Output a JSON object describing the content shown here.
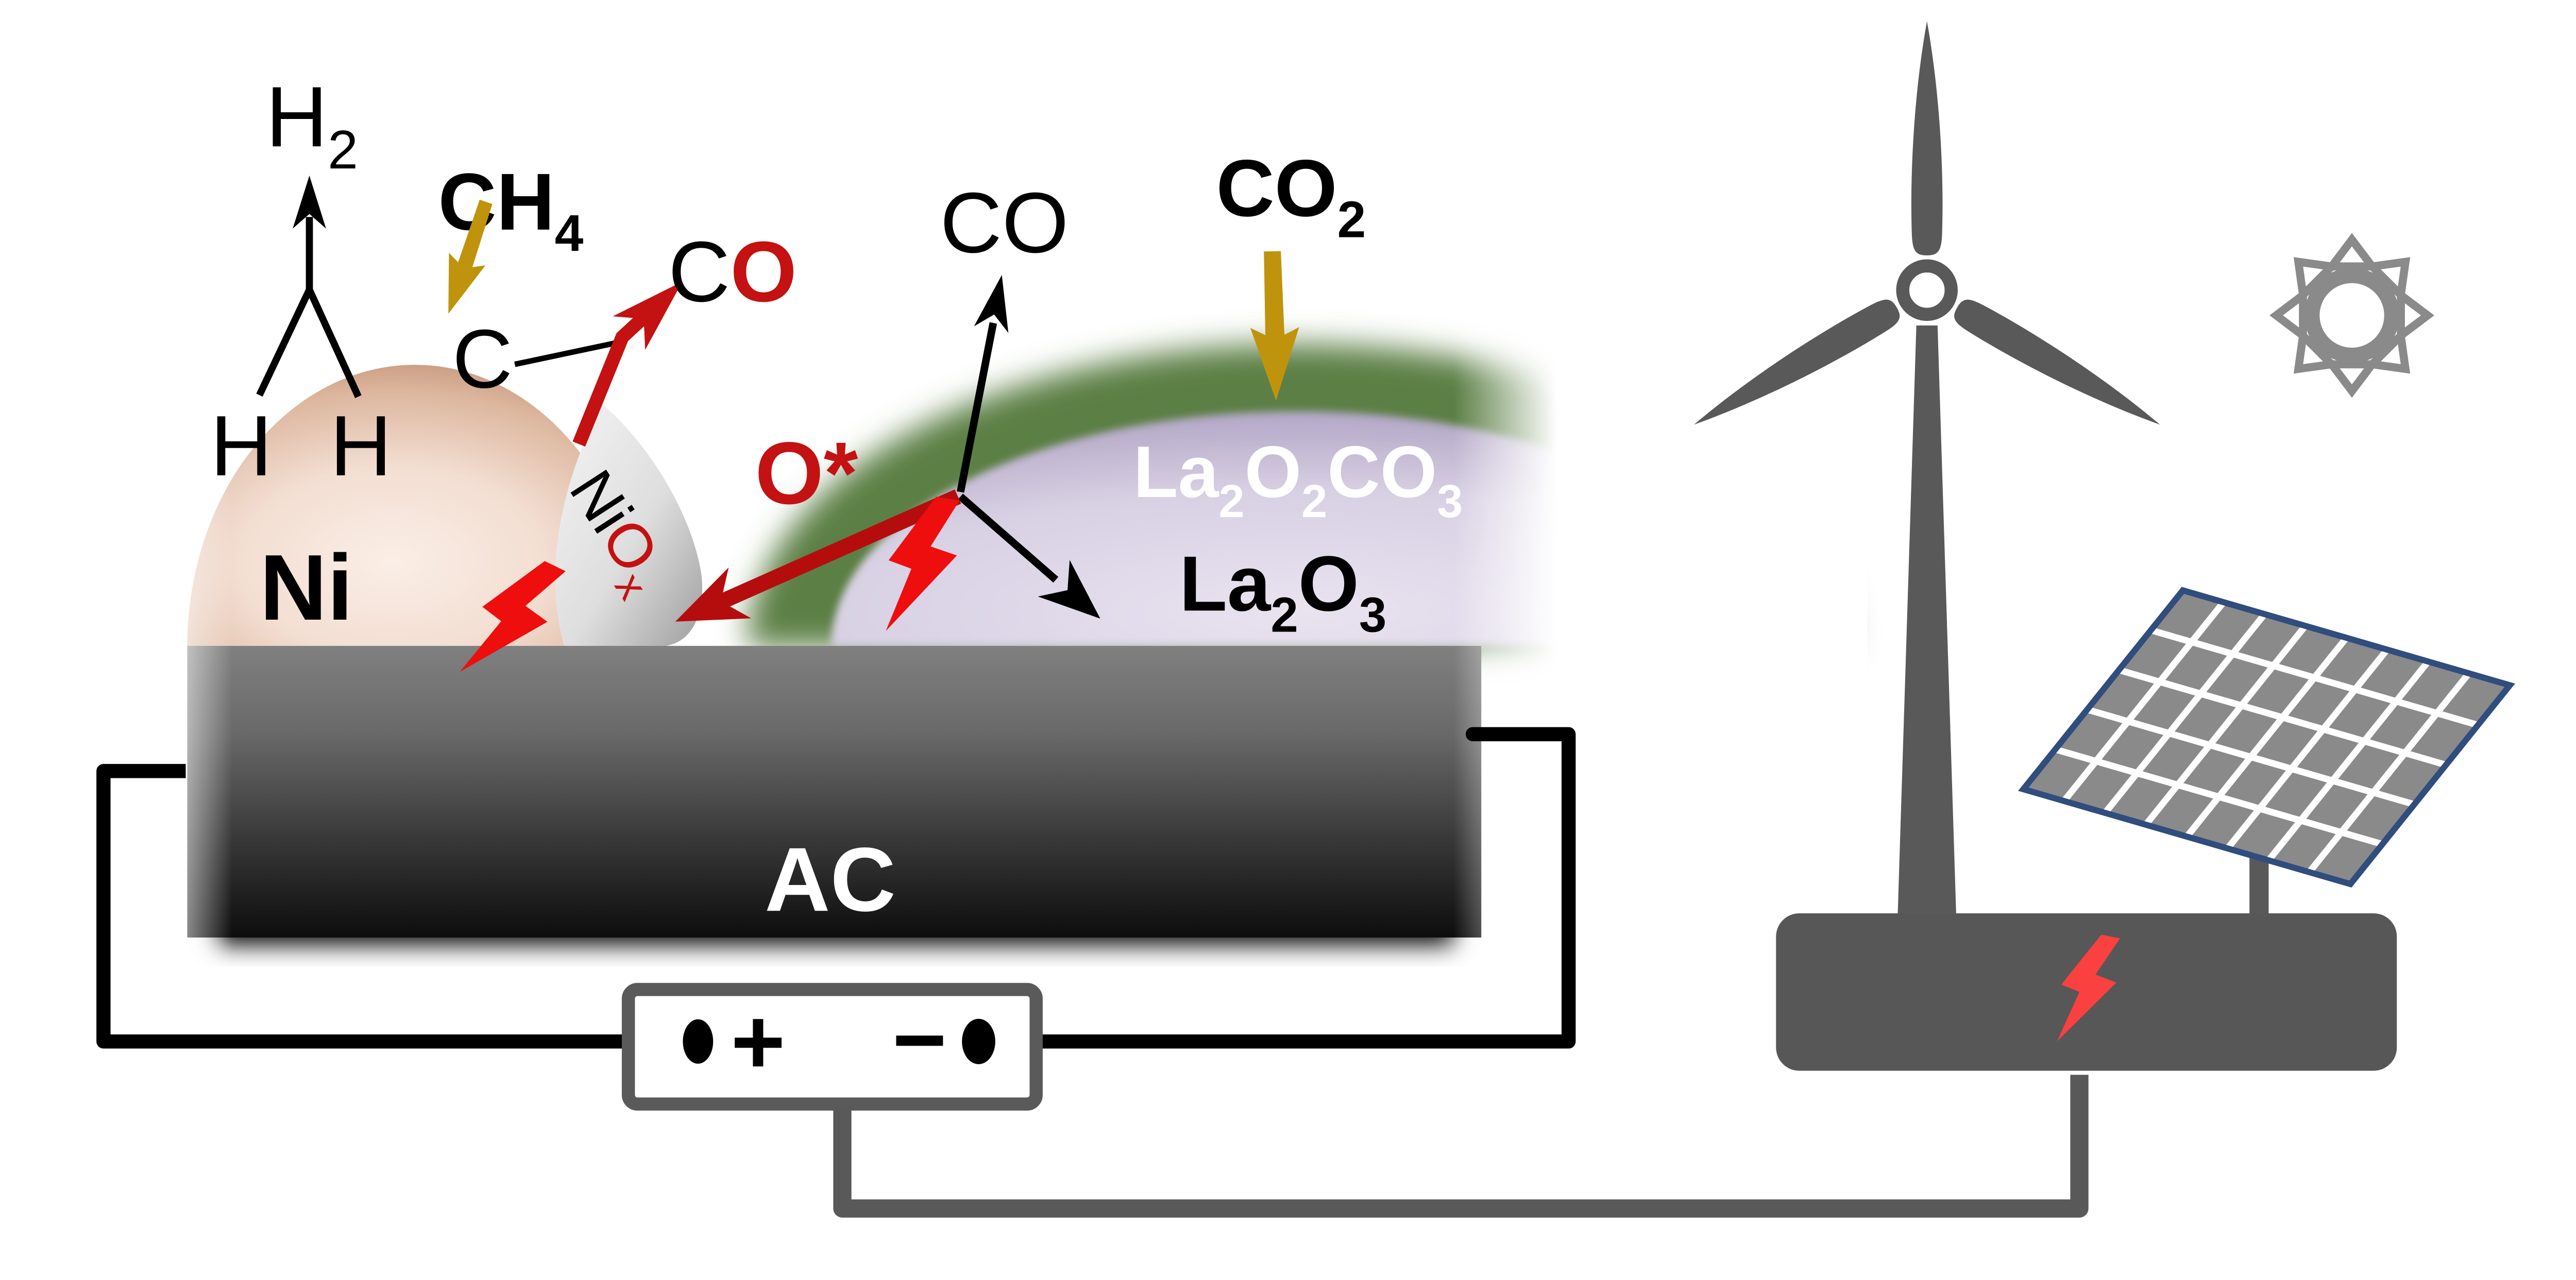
{
  "figure_title": "Plasma/electrified dry reforming of methane over Ni-La2O3 catalyst on activated carbon powered by renewable electricity",
  "molecules": {
    "h2": {
      "base": "H",
      "sub": "2"
    },
    "h_left": "H",
    "h_right": "H",
    "ch4": {
      "base": "CH",
      "sub": "4"
    },
    "c": "C",
    "co_product": {
      "c": "C",
      "o": "O"
    },
    "co_top": "CO",
    "o_star": "O*",
    "co2": {
      "base": "CO",
      "sub": "2"
    },
    "ni": "Ni",
    "niox": {
      "ni": "Ni",
      "o": "O",
      "sub": "x"
    },
    "la2o2co3": {
      "p1": "La",
      "s1": "2",
      "p2": "O",
      "s2": "2",
      "p3": "CO",
      "s3": "3"
    },
    "la2o3": {
      "p1": "La",
      "s1": "2",
      "p2": "O",
      "s2": "3"
    },
    "ac": "AC"
  },
  "power_supply": {
    "plus": "+",
    "minus": "−"
  },
  "icons": [
    "wind-turbine-icon",
    "sun-icon",
    "solar-panel-icon",
    "lightning-icon-left",
    "lightning-icon-center",
    "lightning-icon-battery",
    "gas-arrow-ch4",
    "gas-arrow-co2",
    "h2-release-arrow",
    "co-product-arrow",
    "o-spillover-arrow",
    "co-release-arrow",
    "co2-capture-arrow"
  ],
  "colors": {
    "lightning_red": "#ee0e0e",
    "arrow_dark_red": "#b50d0d",
    "co_arrow_red": "#c41111",
    "gas_arrow_gold": "#bf940c",
    "battery_bolt_coral": "#fb4040",
    "carbonate_green": "#5b7f44",
    "la2o3_purple": "#d8d0e3",
    "la2o3_purple_edge": "#b2a6c6",
    "ni_peach": "#f8ece3",
    "ni_peach_edge": "#c89c80",
    "niox_gray": "#c9c9c9",
    "icon_gray": "#595959",
    "battery_gray": "#575757",
    "box_border_gray": "#5a5a5a",
    "sun_gray": "#8a8a8a",
    "panel_cell_gray": "#8a8a8a",
    "panel_border_navy": "#2f4d7d",
    "ac_gradient_top": "#7f7f7f",
    "ac_gradient_bottom": "#0f0f0f",
    "wire_black": "#000000"
  }
}
